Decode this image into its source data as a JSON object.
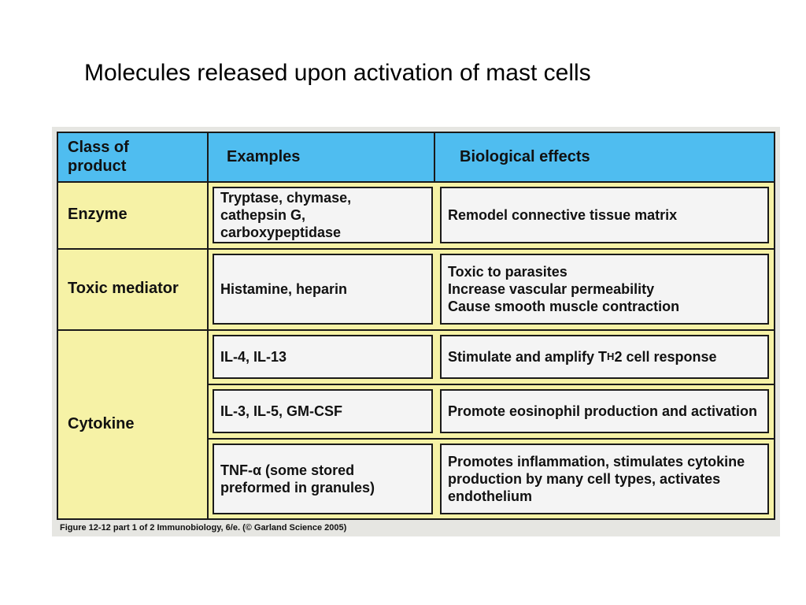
{
  "title": "Molecules released upon activation of mast cells",
  "table": {
    "headers": {
      "class": "Class of\nproduct",
      "examples": "Examples",
      "effects": "Biological effects"
    },
    "rows": [
      {
        "class": "Enzyme",
        "examples": "Tryptase, chymase,\ncathepsin G, carboxypeptidase",
        "effects": "Remodel  connective tissue matrix"
      },
      {
        "class": "Toxic mediator",
        "examples": "Histamine, heparin",
        "effects": "Toxic to parasites\nIncrease  vascular permeability\nCause smooth muscle contraction"
      },
      {
        "class": "Cytokine",
        "examples": "IL-4, IL-13",
        "effects_pre": "Stimulate and  amplify T",
        "effects_sub": "H",
        "effects_post": "2  cell  response"
      },
      {
        "examples": "IL-3, IL-5, GM-CSF",
        "effects": "Promote eosinophil production and activation"
      },
      {
        "examples": "TNF-α  (some stored\npreformed in  granules)",
        "effects": "Promotes inflammation, stimulates cytokine\nproduction by many  cell types, activates\nendothelium"
      }
    ]
  },
  "caption": "Figure 12-12 part 1 of 2  Immunobiology, 6/e. (© Garland Science 2005)",
  "colors": {
    "header_bg": "#4fbdf0",
    "body_bg": "#f6f2a6",
    "cell_bg": "#f4f4f4"
  }
}
